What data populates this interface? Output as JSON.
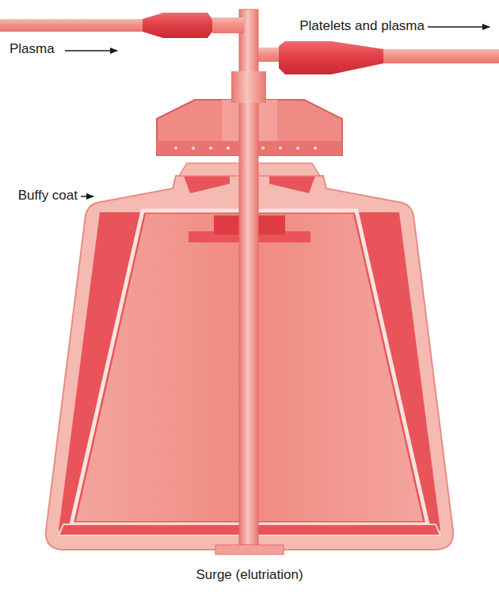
{
  "diagram": {
    "caption": "Surge (elutriation)",
    "labels": [
      "Plasma",
      "Platelets and plasma",
      "Buffy coat"
    ]
  }
}
